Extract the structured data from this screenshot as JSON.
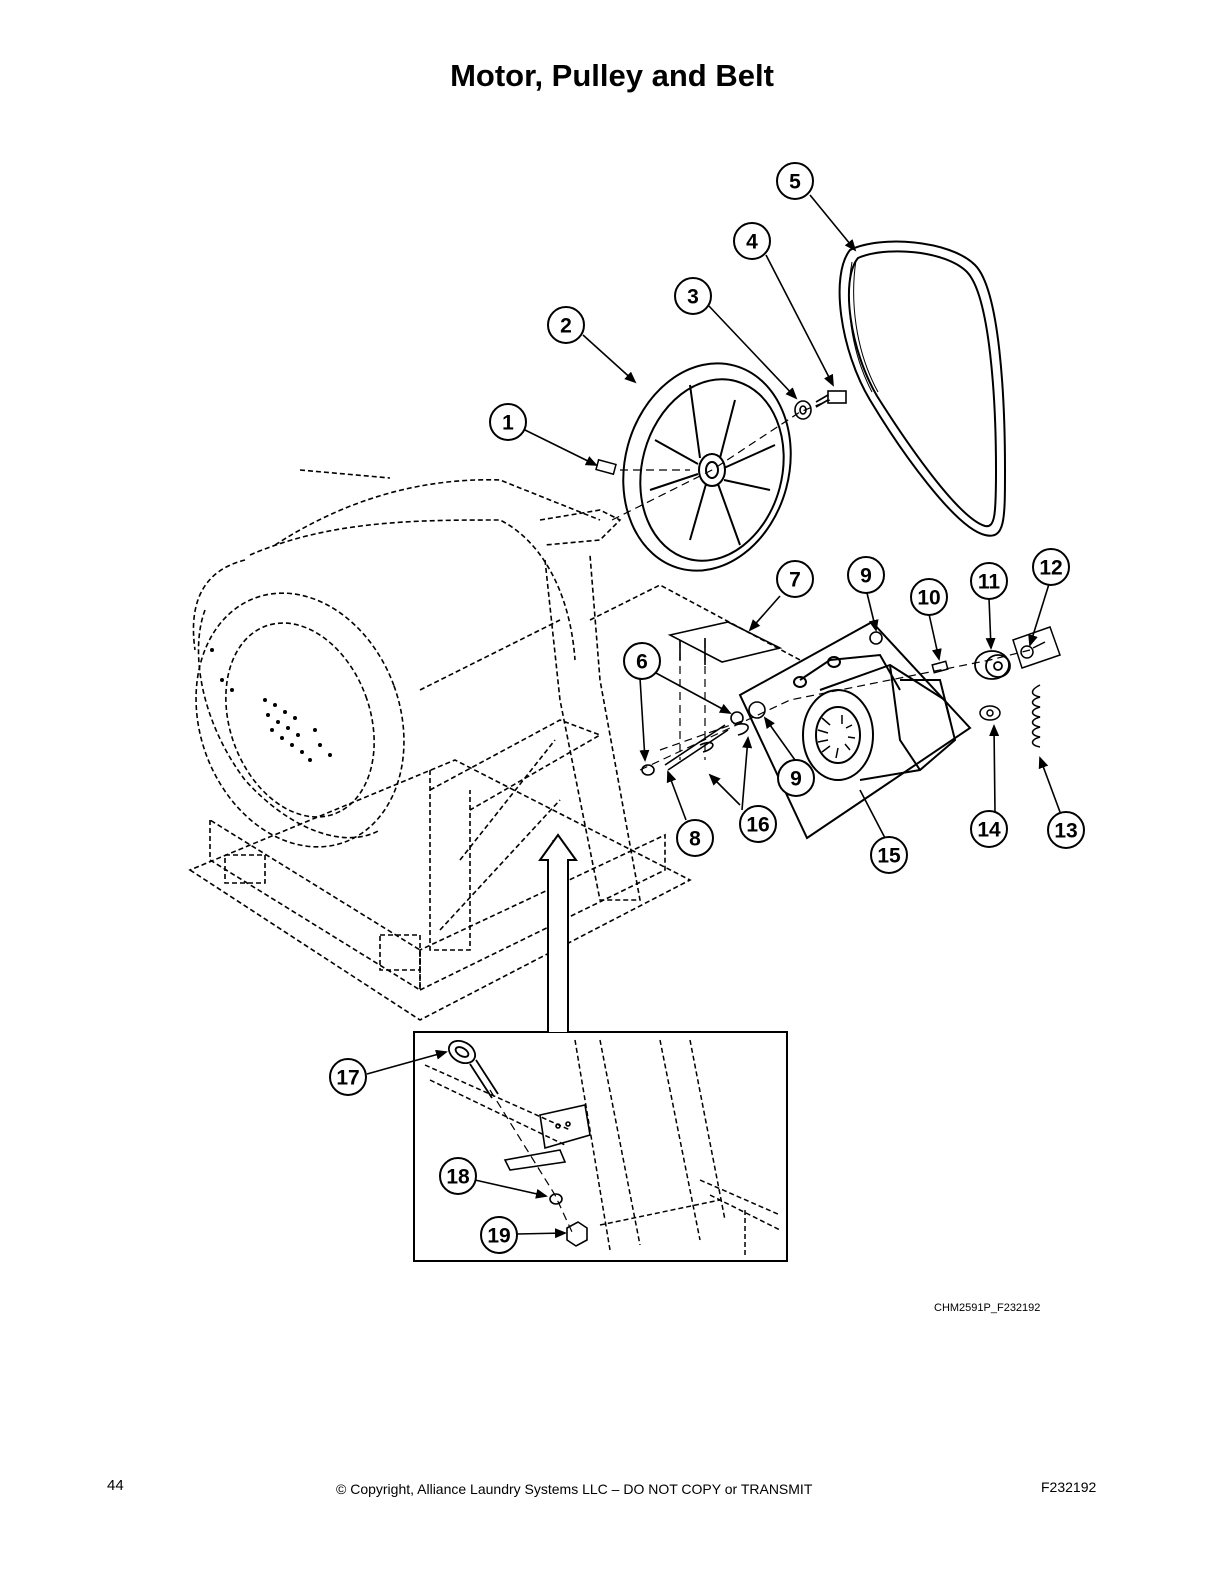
{
  "page": {
    "title": "Motor, Pulley and Belt",
    "figure_id": "CHM2591P_F232192",
    "page_number": "44",
    "copyright": "© Copyright, Alliance Laundry Systems LLC – DO NOT COPY or TRANSMIT",
    "doc_number": "F232192"
  },
  "callouts": {
    "c1": "1",
    "c2": "2",
    "c3": "3",
    "c4": "4",
    "c5": "5",
    "c6": "6",
    "c7": "7",
    "c8": "8",
    "c9a": "9",
    "c9b": "9",
    "c10": "10",
    "c11": "11",
    "c12": "12",
    "c13": "13",
    "c14": "14",
    "c15": "15",
    "c16": "16",
    "c17": "17",
    "c18": "18",
    "c19": "19"
  },
  "colors": {
    "ink": "#000000",
    "paper": "#ffffff",
    "shade": "#d9d9d9"
  }
}
